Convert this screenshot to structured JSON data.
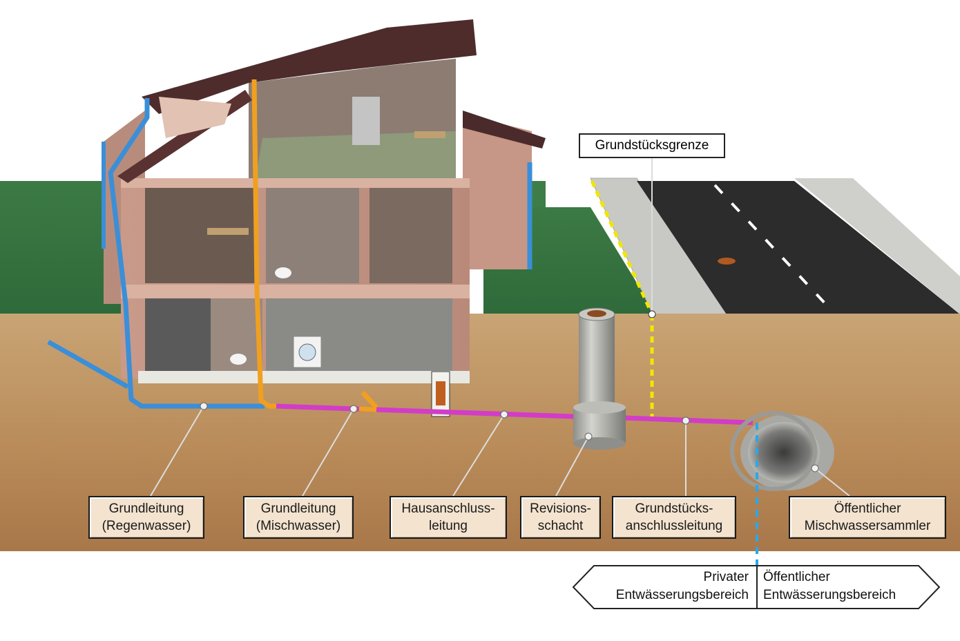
{
  "labels": {
    "property_boundary": "Grundstücksgrenze",
    "main_pipe_rain": [
      "Grundleitung",
      "(Regenwasser)"
    ],
    "main_pipe_mixed": [
      "Grundleitung",
      "(Mischwasser)"
    ],
    "house_connection": [
      "Hausanschluss-",
      "leitung"
    ],
    "inspection_shaft": [
      "Revisions-",
      "schacht"
    ],
    "property_connection": [
      "Grundstücks-",
      "anschlussleitung"
    ],
    "public_sewer": [
      "Öffentlicher",
      "Mischwassersammler"
    ]
  },
  "areas": {
    "private": [
      "Privater",
      "Entwässerungsbereich"
    ],
    "public": [
      "Öffentlicher",
      "Entwässerungsbereich"
    ]
  },
  "colors": {
    "rainwater_pipe": "#3a8fd8",
    "mixed_pipe": "#f0a020",
    "sewer_pipe": "#d23cc8",
    "boundary_line": "#f2e600",
    "public_divider": "#2aa8e8",
    "soil": "#c49a6a",
    "lawn": "#3f7f45",
    "road": "#2b2b2b"
  },
  "icons": [
    "house-cutaway",
    "inspection-shaft",
    "public-sewer-pipe",
    "road",
    "sidewalk"
  ]
}
